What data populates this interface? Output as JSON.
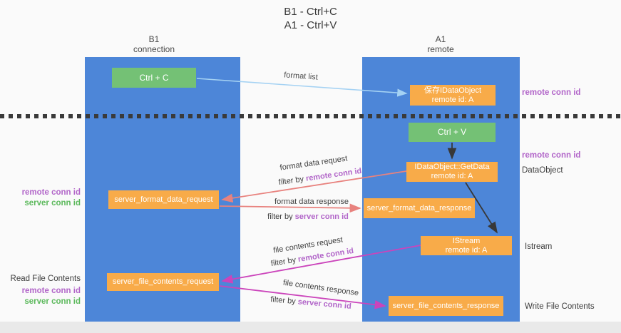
{
  "title": {
    "line1": "B1 - Ctrl+C",
    "line2": "A1 - Ctrl+V"
  },
  "lanes": {
    "left": {
      "name": "B1",
      "subtitle": "connection"
    },
    "right": {
      "name": "A1",
      "subtitle": "remote"
    }
  },
  "nodes": {
    "ctrl_c": {
      "label": "Ctrl + C"
    },
    "ctrl_v": {
      "label": "Ctrl + V"
    },
    "saved_dataobject": {
      "line1": "保存IDataObject",
      "line2": "remote id: A"
    },
    "getdata": {
      "line1": "IDataObject::GetData",
      "line2": "remote id: A"
    },
    "istream": {
      "line1": "IStream",
      "line2": "remote id: A"
    },
    "format_request": {
      "label": "server_format_data_request"
    },
    "format_response": {
      "label": "server_format_data_response"
    },
    "file_request": {
      "label": "server_file_contents_request"
    },
    "file_response": {
      "label": "server_file_contents_response"
    }
  },
  "flow_labels": {
    "format_list": "format list",
    "format_data_request": "format data request",
    "format_data_response": "format data response",
    "file_contents_request": "file contents request",
    "file_contents_response": "file contents response",
    "filter_by": "filter by",
    "remote_conn_id": "remote conn id",
    "server_conn_id": "server conn id"
  },
  "side_labels": {
    "left": {
      "remote_conn_id": "remote conn id",
      "server_conn_id": "server conn id",
      "read_file_contents": "Read File Contents",
      "remote_conn_id2": "remote conn id",
      "server_conn_id2": "server conn id"
    },
    "right": {
      "remote_conn_id_top": "remote conn id",
      "remote_conn_id_mid": "remote conn id",
      "dataobject": "DataObject",
      "istream": "Istream",
      "write_file_contents": "Write File Contents"
    }
  },
  "colors": {
    "lane_blue": "#4d86d8",
    "node_orange": "#f8ab49",
    "node_green": "#74c175",
    "arrow_light_blue": "#a5d2f3",
    "arrow_salmon": "#e8827e",
    "arrow_magenta": "#cb44bb",
    "arrow_dark": "#383838",
    "text_purple": "#b266c9",
    "text_green": "#5cb95c",
    "background": "#fafafa"
  }
}
